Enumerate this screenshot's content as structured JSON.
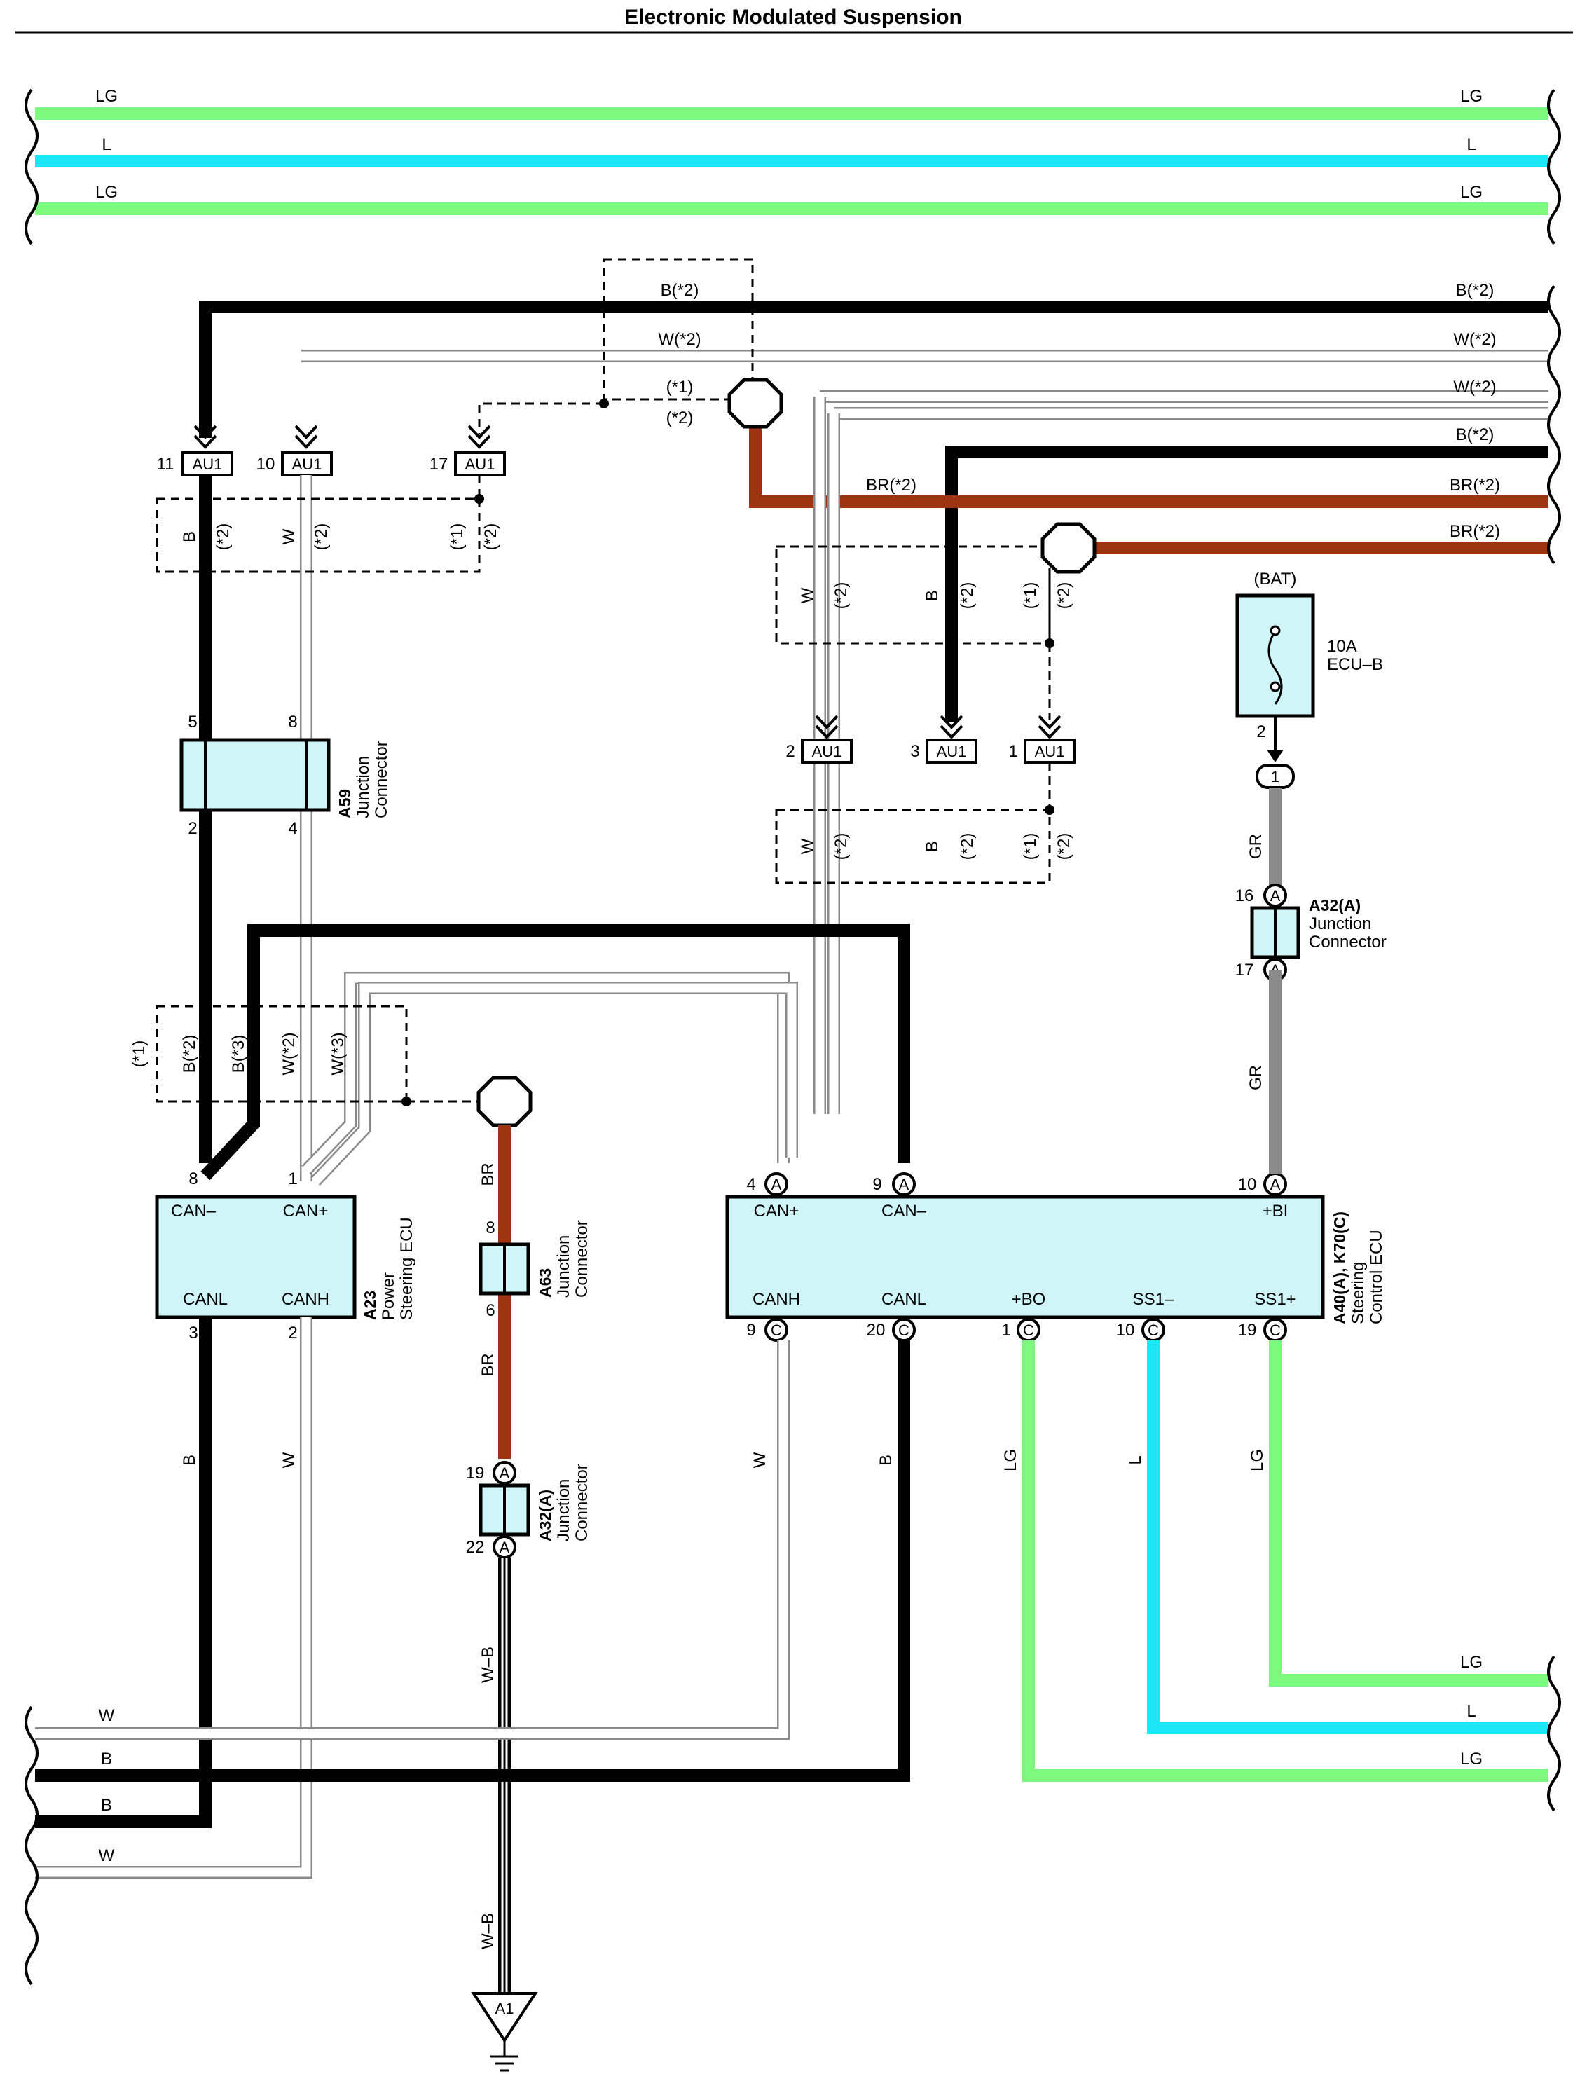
{
  "title": "Electronic Modulated Suspension",
  "colors": {
    "LG": "#7dfa7d",
    "L": "#1ae6f5",
    "B": "#000000",
    "BR": "#9e3412",
    "GR": "#8a8a8a",
    "W": "#ffffff",
    "box_fill": "#cff5f8"
  },
  "top_wires": {
    "w1": "LG",
    "w2": "L",
    "w3": "LG"
  },
  "right_wires": {
    "r1": "B(*2)",
    "r2": "W(*2)",
    "r3": "W(*2)",
    "r4": "B(*2)",
    "r5": "BR(*2)",
    "r6": "BR(*2)"
  },
  "bottom_right_wires": {
    "w1": "LG",
    "w2": "L",
    "w3": "LG"
  },
  "bottom_left_wires": {
    "w1": "W",
    "w2": "B",
    "w3": "B",
    "w4": "W"
  },
  "upper_box": {
    "b2": "B(*2)",
    "w2": "W(*2)",
    "opt1": "(*1)",
    "opt2": "(*2)"
  },
  "branch_labels": {
    "br2": "BR(*2)"
  },
  "au1": [
    {
      "pin": "11",
      "label": "AU1"
    },
    {
      "pin": "10",
      "label": "AU1"
    },
    {
      "pin": "17",
      "label": "AU1"
    },
    {
      "pin": "2",
      "label": "AU1"
    },
    {
      "pin": "3",
      "label": "AU1"
    },
    {
      "pin": "1",
      "label": "AU1"
    }
  ],
  "left_box": {
    "b": "B",
    "c2a": "(*2)",
    "w": "W",
    "c2b": "(*2)",
    "c1": "(*1)",
    "c2c": "(*2)"
  },
  "mid_box_upper": {
    "w": "W",
    "c2a": "(*2)",
    "b": "B",
    "c2b": "(*2)",
    "c1": "(*1)",
    "c2c": "(*2)"
  },
  "mid_box_lower": {
    "w": "W",
    "c2a": "(*2)",
    "b": "B",
    "c2b": "(*2)",
    "c1": "(*1)",
    "c2c": "(*2)"
  },
  "a59": {
    "id": "A59",
    "desc1": "Junction",
    "desc2": "Connector",
    "pin_tl": "5",
    "pin_tr": "8",
    "pin_bl": "2",
    "pin_br": "4"
  },
  "fuse": {
    "source": "(BAT)",
    "rating": "10A",
    "name": "ECU–B",
    "pin": "2",
    "plug": "1"
  },
  "gr_labels": {
    "g1": "GR",
    "g2": "GR"
  },
  "a32_top": {
    "id": "A32(A)",
    "desc1": "Junction",
    "desc2": "Connector",
    "pin_top": "16",
    "pin_bot": "17",
    "letter": "A"
  },
  "ls_box": {
    "c1": "(*1)",
    "b2": "B(*2)",
    "b3": "B(*3)",
    "w2": "W(*2)",
    "w3": "W(*3)"
  },
  "a23": {
    "id": "A23",
    "desc1": "Power",
    "desc2": "Steering ECU",
    "t1": "CAN–",
    "t2": "CAN+",
    "b1": "CANL",
    "b2": "CANH",
    "pin_t1": "8",
    "pin_t2": "1",
    "pin_b1": "3",
    "pin_b2": "2"
  },
  "left_wire_labels": {
    "b": "B",
    "w": "W"
  },
  "a63": {
    "id": "A63",
    "desc1": "Junction",
    "desc2": "Connector",
    "pin_top": "8",
    "pin_bot": "6",
    "br1": "BR",
    "br2": "BR"
  },
  "a32_bot": {
    "id": "A32(A)",
    "desc1": "Junction",
    "desc2": "Connector",
    "pin_top": "19",
    "pin_bot": "22",
    "letter": "A",
    "wb1": "W–B",
    "wb2": "W–B"
  },
  "ground": {
    "id": "A1"
  },
  "a40": {
    "id": "A40(A), K70(C)",
    "desc1": "Steering",
    "desc2": "Control ECU",
    "top": [
      {
        "pin": "4",
        "letter": "A",
        "label": "CAN+"
      },
      {
        "pin": "9",
        "letter": "A",
        "label": "CAN–"
      },
      {
        "pin": "10",
        "letter": "A",
        "label": "+BI"
      }
    ],
    "bottom": [
      {
        "pin": "9",
        "letter": "C",
        "label": "CANH"
      },
      {
        "pin": "20",
        "letter": "C",
        "label": "CANL"
      },
      {
        "pin": "1",
        "letter": "C",
        "label": "+BO"
      },
      {
        "pin": "10",
        "letter": "C",
        "label": "SS1–"
      },
      {
        "pin": "19",
        "letter": "C",
        "label": "SS1+"
      }
    ]
  },
  "ecu_wire_labels": {
    "w": "W",
    "b": "B",
    "lg1": "LG",
    "l": "L",
    "lg2": "LG"
  }
}
